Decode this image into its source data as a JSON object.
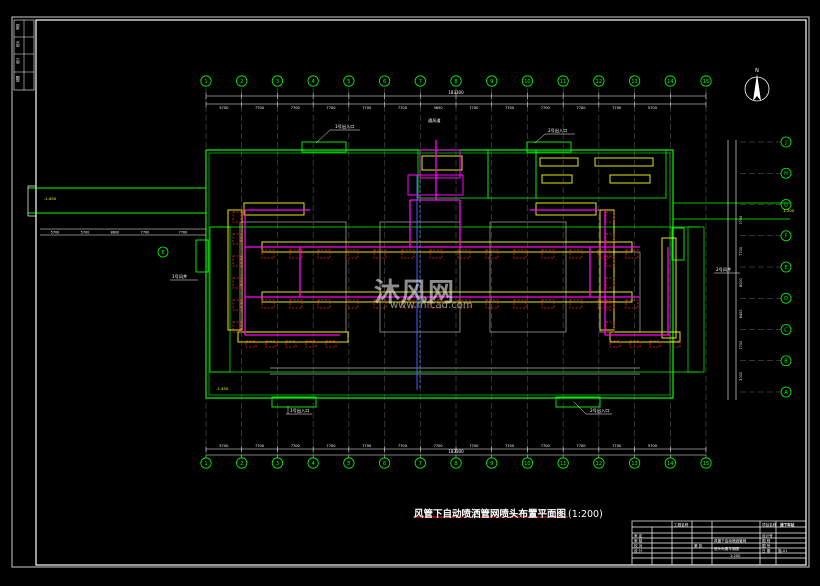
{
  "drawing": {
    "title": "风管下自动喷洒管网喷头布置平面图",
    "scale": "(1:200)",
    "overall_dim_top": "183300",
    "overall_dim_bottom": "183300"
  },
  "axis_grid": {
    "columns": [
      "1",
      "2",
      "3",
      "4",
      "5",
      "6",
      "7",
      "8",
      "9",
      "10",
      "11",
      "12",
      "13",
      "14",
      "15"
    ],
    "rows": [
      "A",
      "B",
      "C",
      "D",
      "E",
      "F",
      "G",
      "H",
      "J"
    ],
    "top_spans": [
      "5700",
      "7700",
      "7700",
      "7700",
      "7700",
      "7700",
      "5650",
      "7700",
      "7700",
      "7700",
      "7700",
      "7700",
      "5700"
    ],
    "bottom_spans": [
      "5700",
      "7700",
      "7700",
      "7700",
      "7700",
      "7700",
      "7700",
      "7700",
      "7700",
      "7700",
      "7700",
      "7700",
      "5700"
    ],
    "left_spans": [
      "5700",
      "5700",
      "8600",
      "7700",
      "7700"
    ],
    "right_spans": [
      "2000",
      "7700",
      "8400",
      "8000",
      "7700",
      "7700"
    ]
  },
  "labels": {
    "top_exit": "1号出入口",
    "top_shaft": "通风道",
    "top_right_exit": "2号出入口",
    "left_exit": "1号风井",
    "right_exit": "2号风井",
    "bottom_left_exit": "1号出入口",
    "bottom_right_exit": "2号出入口",
    "elev_left": "-1.650",
    "elev_right": "-1.200",
    "elev_mid": "-1.450"
  },
  "north_arrow": {
    "label": "N"
  },
  "left_strip": {
    "cells": [
      "审核",
      "校对",
      "设计",
      "制图"
    ]
  },
  "title_block": {
    "project": "通下车站",
    "drawing_name_1": "风管下自动喷洒管网",
    "drawing_name_2": "喷头布置平面图",
    "scale": "1:200",
    "header_left": "工程名称",
    "header_mid": "项目名称",
    "rows": [
      {
        "k": "审 定",
        "v": "",
        "k2": "设计号"
      },
      {
        "k": "审 核",
        "v": "",
        "k2": "图 别"
      },
      {
        "k": "校 对",
        "v": "",
        "k2": "图 号"
      },
      {
        "k": "设 计",
        "v": "",
        "k2": "日 期"
      }
    ],
    "code": "施-01",
    "sheet": "第 张"
  },
  "watermark": {
    "brand": "沐风网",
    "url": "www.mfcad.com"
  },
  "colors": {
    "background": "#000000",
    "frame": "#ffffff",
    "wall": "#00ff00",
    "pipe_main": "#ff00ff",
    "duct": "#ffff00",
    "sprinkler": "#ff2020",
    "dimension": "#ffffff",
    "axis": "#00ff00",
    "text_yellow": "#ffff00"
  }
}
